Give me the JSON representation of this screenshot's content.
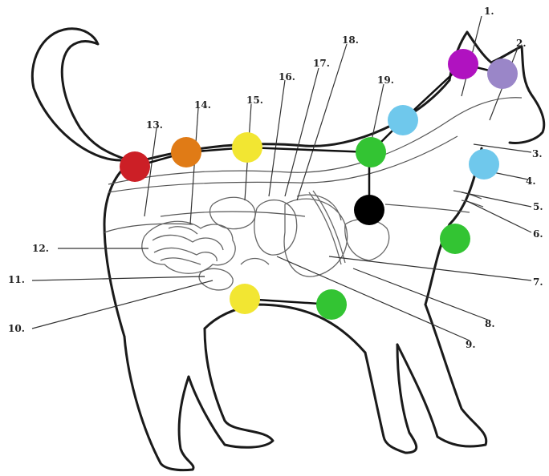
{
  "labels": {
    "l1": "1.",
    "l2": "2.",
    "l3": "3.",
    "l4": "4.",
    "l5": "5.",
    "l6": "6.",
    "l7": "7.",
    "l8": "8.",
    "l9": "9.",
    "l10": "10.",
    "l11": "11.",
    "l12": "12.",
    "l13": "13.",
    "l14": "14.",
    "l15": "15.",
    "l16": "16.",
    "l17": "17.",
    "l18": "18.",
    "l19": "19."
  },
  "chakra_colors": {
    "red": "#cc1f26",
    "orange": "#e07b16",
    "yellow": "#f2e632",
    "green": "#33c433",
    "blue": "#6fc8ec",
    "indigo": "#9a86c8",
    "violet": "#b012c0",
    "black": "#000000"
  }
}
